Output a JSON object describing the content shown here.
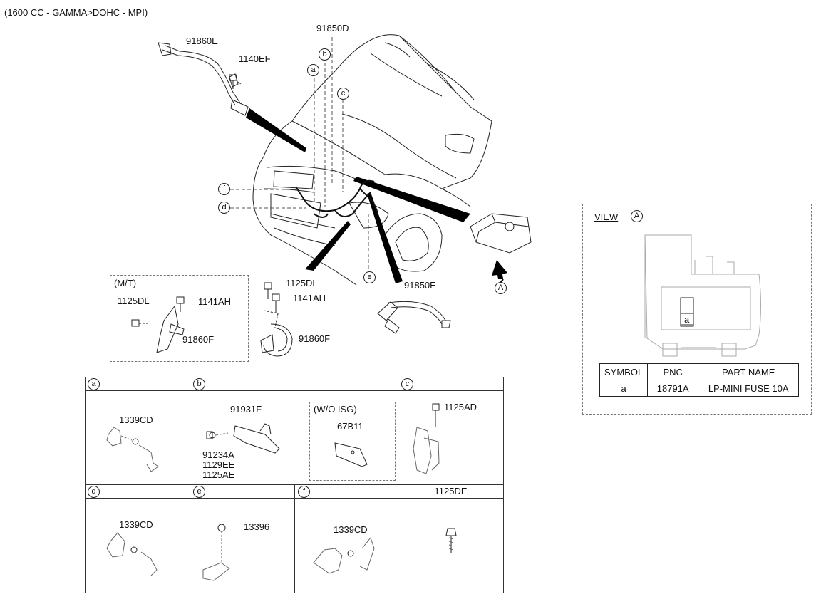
{
  "header": {
    "engine": "(1600 CC - GAMMA>DOHC - MPI)"
  },
  "main": {
    "labels": {
      "p91860E": "91860E",
      "p1140EF": "1140EF",
      "p91850D": "91850D",
      "p91850E": "91850E",
      "p1125DL_a": "1125DL",
      "p1141AH_a": "1141AH",
      "p91860F_a": "91860F",
      "p1125DL_b": "1125DL",
      "p1141AH_b": "1141AH",
      "p91860F_b": "91860F",
      "mt": "(M/T)"
    },
    "circles": {
      "a": "a",
      "b": "b",
      "c": "c",
      "d": "d",
      "e": "e",
      "f": "f",
      "A": "A"
    }
  },
  "view": {
    "title": "VIEW",
    "ref": "A",
    "fuse_label": "a",
    "table": {
      "headers": [
        "SYMBOL",
        "PNC",
        "PART NAME"
      ],
      "rows": [
        {
          "symbol": "a",
          "pnc": "18791A",
          "name": "LP-MINI FUSE 10A"
        }
      ]
    }
  },
  "details": {
    "a": {
      "header": "a",
      "parts": [
        "1339CD"
      ]
    },
    "b": {
      "header": "b",
      "parts": [
        "91931F",
        "91234A",
        "1129EE",
        "1125AE"
      ],
      "variant": "(W/O ISG)",
      "variant_part": "67B11"
    },
    "c": {
      "header": "c",
      "parts": [
        "1125AD"
      ]
    },
    "d": {
      "header": "d",
      "parts": [
        "1339CD"
      ]
    },
    "e": {
      "header": "e",
      "parts": [
        "13396"
      ]
    },
    "f": {
      "header": "f",
      "parts": [
        "1339CD"
      ]
    },
    "g": {
      "header": "1125DE"
    }
  }
}
